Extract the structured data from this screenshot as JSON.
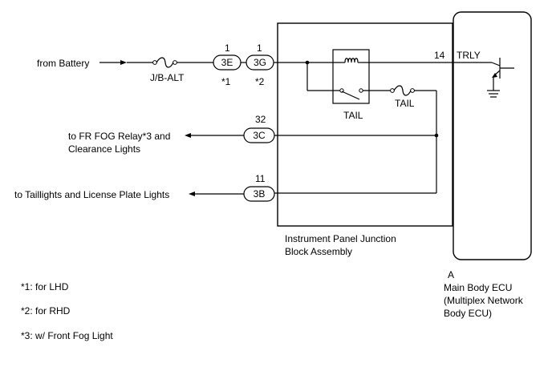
{
  "sources": {
    "battery": "from Battery",
    "fuse_main": "J/B-ALT"
  },
  "connectors": {
    "c3e": {
      "pin": "1",
      "label": "3E",
      "note": "*1"
    },
    "c3g": {
      "pin": "1",
      "label": "3G",
      "note": "*2"
    },
    "c3c": {
      "pin": "32",
      "label": "3C"
    },
    "c3b": {
      "pin": "11",
      "label": "3B"
    }
  },
  "junction_block": {
    "relay_label": "TAIL",
    "fuse_label": "TAIL",
    "name_line1": "Instrument Panel Junction",
    "name_line2": "Block Assembly"
  },
  "outputs": {
    "fog_line1": "to FR FOG Relay*3 and",
    "fog_line2": "Clearance Lights",
    "tail": "to Taillights and License Plate Lights"
  },
  "ecu": {
    "pin": "14",
    "pin_label": "TRLY",
    "id": "A",
    "name_line1": "Main Body ECU",
    "name_line2": "(Multiplex Network",
    "name_line3": "Body ECU)"
  },
  "footnotes": {
    "n1": "*1: for LHD",
    "n2": "*2: for RHD",
    "n3": "*3: w/ Front Fog Light"
  }
}
